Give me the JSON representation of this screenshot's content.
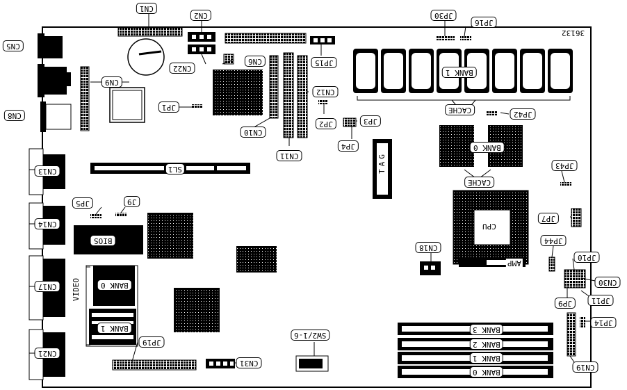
{
  "board_number": "36132",
  "connectors": {
    "cn1": "CN1",
    "cn2": "CN2",
    "cn5": "CN5",
    "cn6": "CN6",
    "cn8": "CN8",
    "cn9": "CN9",
    "cn10": "CN10",
    "cn11": "CN11",
    "cn12": "CN12",
    "cn13": "CN13",
    "cn14": "CN14",
    "cn17": "CN17",
    "cn18": "CN18",
    "cn19": "CN19",
    "cn21": "CN21",
    "cn22": "CN22",
    "cn30": "CN30",
    "cn31": "CN31"
  },
  "jumpers": {
    "jp1": "JP1",
    "jp2": "JP2",
    "jp3": "JP3",
    "jp4": "JP4",
    "jp5": "JP5",
    "jp7": "JP7",
    "jp9": "JP9",
    "jp10": "JP10",
    "jp11": "JP11",
    "jp14": "JP14",
    "jp15": "JP15",
    "jp16": "JP16",
    "jp19": "JP19",
    "jp30": "JP30",
    "jp42": "JP42",
    "jp43": "JP43",
    "jp44": "JP44",
    "j9": "J9"
  },
  "labels": {
    "sl1": "SL1",
    "bios": "BIOS",
    "cpu": "CPU",
    "amp": "AMP",
    "cache_top": "CACHE",
    "cache_mid": "CACHE",
    "bank1_cache": "BANK 1",
    "bank0_cache": "BANK 0",
    "bank0_video": "BANK 0",
    "bank1_video": "BANK 1",
    "video": "VIDEO",
    "tag": "TAG",
    "sw2": "SW2/1-6",
    "simm_bank3": "BANK 3",
    "simm_bank2": "BANK 2",
    "simm_bank1": "BANK 1",
    "simm_bank0": "BANK 0"
  }
}
